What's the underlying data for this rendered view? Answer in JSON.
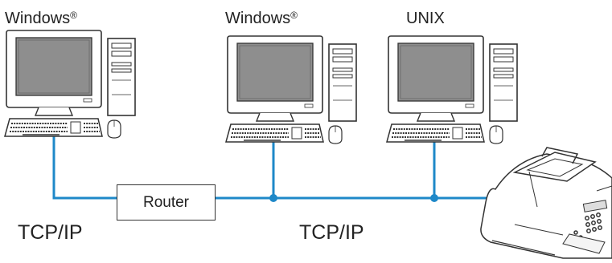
{
  "labels": {
    "pc_left": "Windows",
    "pc_middle": "Windows",
    "pc_right": "UNIX",
    "registered_mark": "®",
    "router": "Router",
    "protocol_left": "TCP/IP",
    "protocol_right": "TCP/IP"
  },
  "colors": {
    "network_line": "#1e88c8",
    "outline": "#333333",
    "screen_gray": "#8e8e8e"
  },
  "icons": [
    "desktop-computer-icon",
    "multifunction-printer-icon"
  ]
}
